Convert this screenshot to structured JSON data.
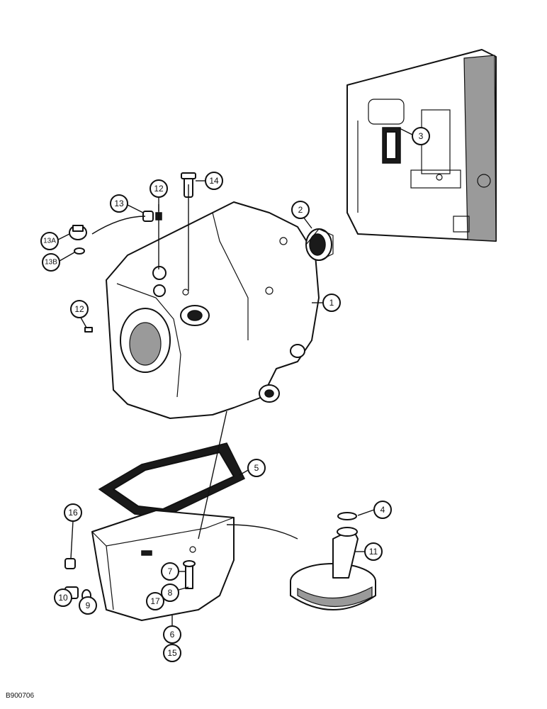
{
  "figure_id": "B900706",
  "callouts": {
    "c1": "1",
    "c2": "2",
    "c3": "3",
    "c4": "4",
    "c5": "5",
    "c6": "6",
    "c7": "7",
    "c8": "8",
    "c9": "9",
    "c10": "10",
    "c11": "11",
    "c12a": "12",
    "c12b": "12",
    "c13": "13",
    "c13a": "13A",
    "c13b": "13B",
    "c14": "14",
    "c15": "15",
    "c16": "16",
    "c17": "17"
  }
}
